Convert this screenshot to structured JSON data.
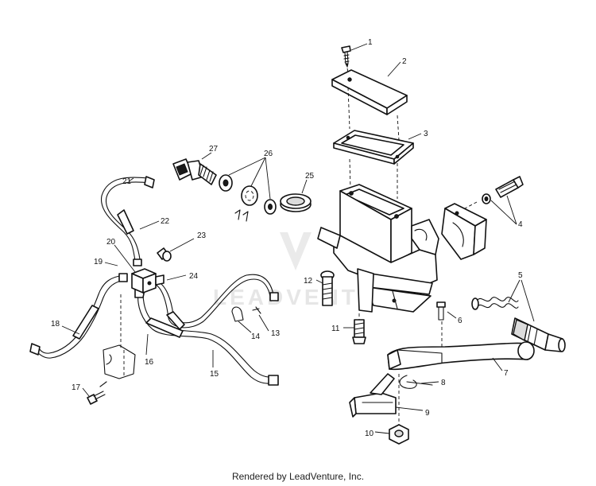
{
  "watermark": "LEADVENTURE",
  "footer": "Rendered by LeadVenture, Inc.",
  "callouts": [
    "1",
    "2",
    "3",
    "4",
    "5",
    "6",
    "7",
    "8",
    "9",
    "10",
    "11",
    "12",
    "13",
    "14",
    "15",
    "16",
    "17",
    "18",
    "19",
    "20",
    "21",
    "22",
    "23",
    "24",
    "25",
    "26",
    "27"
  ]
}
